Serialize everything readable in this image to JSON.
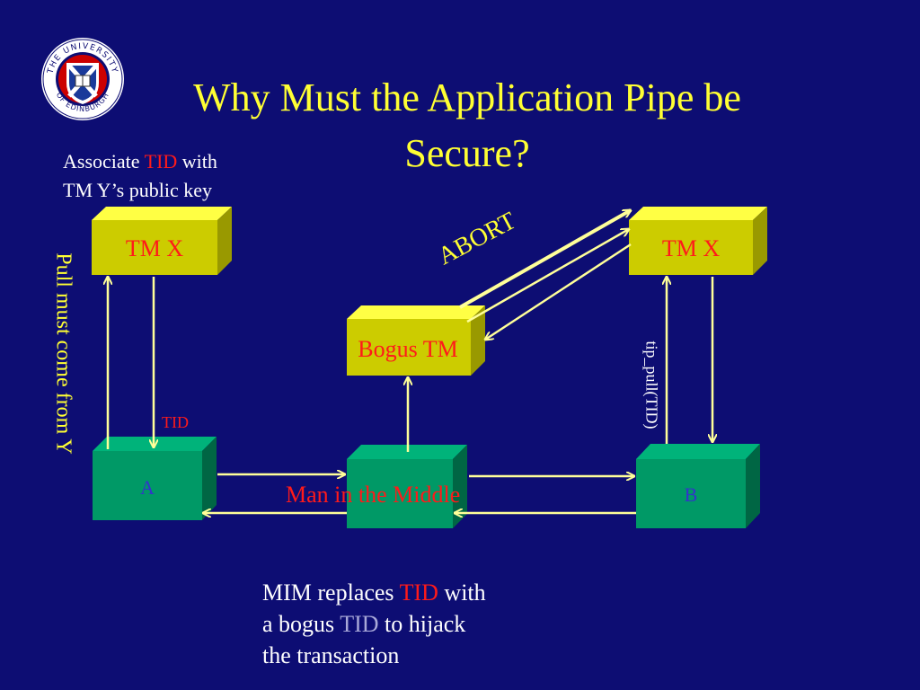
{
  "title": "Why Must the Application Pipe be Secure?",
  "logo_text": "THE UNIVERSITY OF EDINBURGH",
  "note_top": {
    "part1": "Associate ",
    "tid": "TID",
    "part2": " with",
    "line2": "TM Y’s public key"
  },
  "vertical_note": "Pull must come from Y",
  "boxes": {
    "tm_x_left": "TM X",
    "tm_x_right": "TM X",
    "bogus_tm": "Bogus TM",
    "a": "A",
    "mim": "",
    "b": "B"
  },
  "labels": {
    "abort": "ABORT",
    "tip_pull": "tip_pull(TID)",
    "tid_small": "TID",
    "man_in_middle": "Man in the Middle"
  },
  "note_bottom": {
    "l1a": "MIM replaces ",
    "l1tid": "TID",
    "l1b": " with",
    "l2a": "a bogus ",
    "l2tid": "TID",
    "l2b": " to hijack",
    "l3": "the transaction"
  },
  "colors": {
    "background": "#0d0d73",
    "title": "#ffff33",
    "tm_box": "#cccc00",
    "node_box": "#009966",
    "arrow": "#ffff99",
    "red_text": "#ff1a1a"
  }
}
